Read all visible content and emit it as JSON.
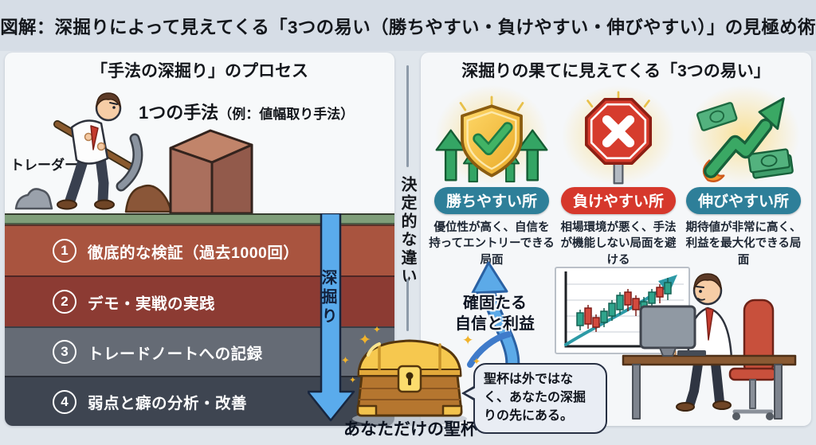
{
  "title": "図解：深掘りによって見えてくる「3つの易い（勝ちやすい・負けやすい・伸びやすい）」の見極め術",
  "left_panel": {
    "header": "「手法の深掘り」のプロセス",
    "method_title": "1つの手法",
    "method_example": "（例：値幅取り手法）",
    "trader_label": "トレーダー",
    "dig_arrow_label": "深掘り",
    "dig_arrow_color": "#5aabec",
    "layers": [
      {
        "num": "1",
        "text": "徹底的な検証（過去1000回）",
        "color": "#a9543f"
      },
      {
        "num": "2",
        "text": "デモ・実戦の実践",
        "color": "#8c3b33"
      },
      {
        "num": "3",
        "text": "トレードノートへの記録",
        "color": "#656b75"
      },
      {
        "num": "4",
        "text": "弱点と癖の分析・改善",
        "color": "#3e4551"
      }
    ]
  },
  "divider": {
    "label": "決定的な違い"
  },
  "right_panel": {
    "header": "深掘りの果てに見えてくる「3つの易い」",
    "items": [
      {
        "icon": "shield-check",
        "badge": "勝ちやすい所",
        "badge_color": "#2e7f99",
        "description": "優位性が高く、自信を持ってエントリーできる局面"
      },
      {
        "icon": "stop-sign",
        "badge": "負けやすい所",
        "badge_color": "#d6382c",
        "description": "相場環境が悪く、手法が機能しない局面を避ける"
      },
      {
        "icon": "money-growth",
        "badge": "伸びやすい所",
        "badge_color": "#2e7f99",
        "description": "期待値が非常に高く、利益を最大化できる局面"
      }
    ],
    "confidence_line1": "確固たる",
    "confidence_line2": "自信と利益",
    "grail_label": "あなただけの聖杯",
    "speech_bubble": "聖杯は外ではなく、あなたの深掘りの先にある。"
  }
}
